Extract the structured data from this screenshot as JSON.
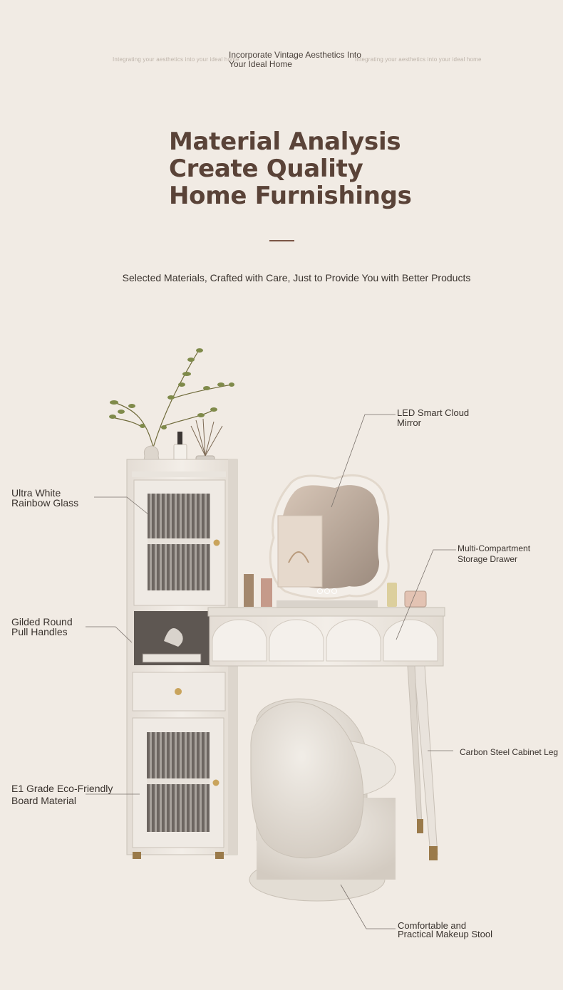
{
  "header": {
    "tagline_faint_left": "Integrating your aesthetics into your ideal home",
    "tagline_main": "Incorporate Vintage Aesthetics Into Your Ideal Home",
    "tagline_faint_right": "Integrating your aesthetics into your ideal home",
    "headline_lines": [
      "Material Analysis",
      "Create Quality",
      "Home Furnishings"
    ],
    "subtitle": "Selected Materials, Crafted with Care, Just to Provide You with Better Products"
  },
  "callouts": {
    "mirror": [
      "LED Smart Cloud",
      "Mirror"
    ],
    "glass": [
      "Ultra White",
      "Rainbow Glass"
    ],
    "drawer": [
      "Multi-Compartment",
      "Storage Drawer"
    ],
    "handles": [
      "Gilded Round",
      "Pull Handles"
    ],
    "legs": [
      "Carbon Steel Cabinet Leg"
    ],
    "board": [
      "E1 Grade Eco-Friendly",
      "Board Material"
    ],
    "stool": [
      "Comfortable and",
      "Practical Makeup Stool"
    ]
  },
  "colors": {
    "background": "#f1ebe4",
    "headline": "#5a4338",
    "accent_line": "#7a5545",
    "furniture": "#ece6df",
    "gold": "#c9a45c"
  }
}
